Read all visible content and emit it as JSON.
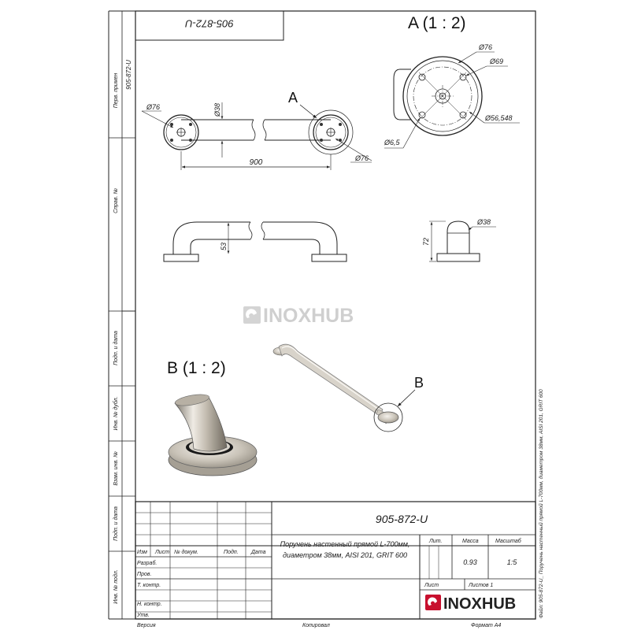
{
  "drawing_number": "905-872-U",
  "stamp_top_number": "905-872-U",
  "side_labels": {
    "first_use": "Перв. примен",
    "first_use_value": "905-872-U",
    "reference": "Справ. №",
    "sign_date_1": "Подп. и дата",
    "inv_dup": "Инв. № дубл.",
    "replace_inv": "Взам. инв. №",
    "sign_date_2": "Подп. и дата",
    "inv_orig": "Инв. № подл."
  },
  "views": {
    "detail_a_label": "A (1 : 2)",
    "detail_b_label": "B (1 : 2)",
    "callout_a": "A",
    "callout_b": "B"
  },
  "dimensions": {
    "flange_dia_left": "Ø76",
    "tube_dia": "Ø38",
    "flange_dia_right": "Ø76",
    "length": "900",
    "offset_height": "53",
    "total_height": "72",
    "side_tube_dia": "Ø38",
    "detail_dia_76": "Ø76",
    "detail_dia_69": "Ø69",
    "detail_dia_56": "Ø56,548",
    "detail_hole": "Ø6,5"
  },
  "watermark": "INOXHUB",
  "title_block": {
    "description_line1": "Поручень настенный прямой L-700мм,",
    "description_line2": "диаметром 38мм, AISI 201, GRIT 600",
    "col_izm": "Изм",
    "col_list": "Лист",
    "col_doc": "№ докум.",
    "col_sign": "Подп.",
    "col_date": "Дата",
    "row_razrab": "Разраб.",
    "row_prov": "Пров.",
    "row_tkontr": "Т. контр.",
    "row_nkontr": "Н. контр.",
    "row_utv": "Утв.",
    "lit_label": "Лит.",
    "mass_label": "Масса",
    "scale_label": "Масштаб",
    "mass_value": "0.93",
    "scale_value": "1:5",
    "sheet_label": "Лист",
    "sheets_label": "Листов 1",
    "logo_text": "INOXHUB"
  },
  "footer": {
    "version": "Версия",
    "copied": "Копировал",
    "format": "Формат А4"
  },
  "right_edge_text": "Файл: 905-872-U_ Поручень настенный прямой L-700мм, диаметром 38мм, AISI 201, GRIT 600"
}
